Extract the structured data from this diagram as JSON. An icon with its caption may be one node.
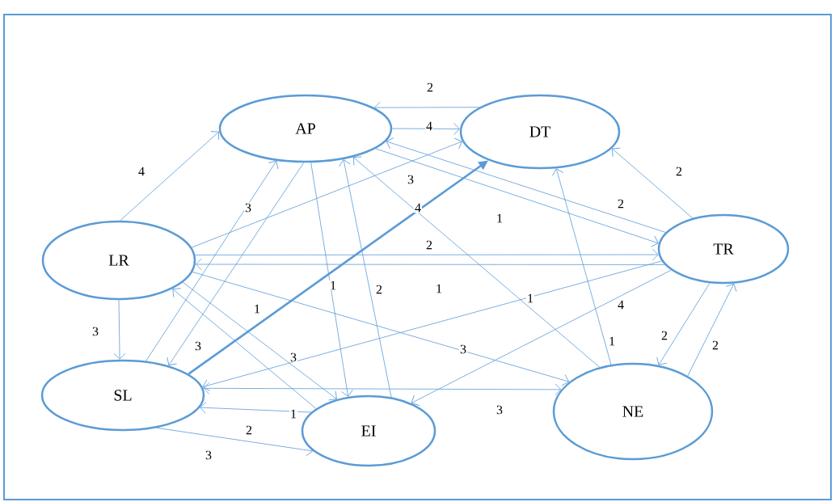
{
  "diagram": {
    "nodes": [
      {
        "text": [
          "AP"
        ]
      },
      {
        "text": [
          "DT"
        ]
      },
      {
        "text": [
          "LR"
        ]
      },
      {
        "text": [
          "TR"
        ]
      },
      {
        "text": [
          "SL"
        ]
      },
      {
        "text": [
          "EI"
        ]
      },
      {
        "text": [
          "NE"
        ]
      }
    ],
    "edges": [
      {
        "from": 2,
        "to": 0,
        "arrow": "to",
        "label": "4"
      },
      {
        "from": 1,
        "to": 0,
        "arrow": "to",
        "label": "2"
      },
      {
        "from": 0,
        "to": 1,
        "arrow": "to",
        "label": "4"
      },
      {
        "from": 2,
        "to": 1,
        "arrow": "to",
        "label": "3"
      },
      {
        "from": 4,
        "to": 1,
        "arrow": "to",
        "label": "1",
        "style": "thick"
      },
      {
        "from": 0,
        "to": 3,
        "arrow": "to",
        "label": "1"
      },
      {
        "from": 3,
        "to": 0,
        "arrow": "to",
        "label": "2"
      },
      {
        "from": 3,
        "to": 1,
        "arrow": "to",
        "label": "2"
      },
      {
        "from": 2,
        "to": 3,
        "arrow": "to",
        "label": "2"
      },
      {
        "from": 3,
        "to": 2,
        "arrow": "to",
        "label": "1"
      },
      {
        "from": 6,
        "to": 0,
        "arrow": "to",
        "label": "4"
      },
      {
        "from": 6,
        "to": 1,
        "arrow": "to",
        "label": "1"
      },
      {
        "from": 3,
        "to": 4,
        "arrow": "to",
        "label": "1"
      },
      {
        "from": 3,
        "to": 5,
        "arrow": "to",
        "label": "4"
      },
      {
        "from": 3,
        "to": 6,
        "arrow": "to",
        "label": "2"
      },
      {
        "from": 6,
        "to": 3,
        "arrow": "to",
        "label": "2"
      },
      {
        "from": 0,
        "to": 5,
        "arrow": "to",
        "label": "1"
      },
      {
        "from": 5,
        "to": 0,
        "arrow": "to",
        "label": "2"
      },
      {
        "from": 0,
        "to": 4,
        "arrow": "to",
        "label": "3"
      },
      {
        "from": 4,
        "to": 0,
        "arrow": "to",
        "label": "3"
      },
      {
        "from": 2,
        "to": 4,
        "arrow": "to",
        "label": "3"
      },
      {
        "from": 2,
        "to": 5,
        "arrow": "to",
        "label": "3"
      },
      {
        "from": 5,
        "to": 2,
        "arrow": "to",
        "label": "1"
      },
      {
        "from": 5,
        "to": 4,
        "arrow": "to",
        "label": "2"
      },
      {
        "from": 4,
        "to": 5,
        "arrow": "to",
        "label": "3"
      },
      {
        "from": 2,
        "to": 6,
        "arrow": "to",
        "label": "3"
      },
      {
        "from": 4,
        "to": 6,
        "arrow": "both",
        "label": "3"
      }
    ]
  }
}
